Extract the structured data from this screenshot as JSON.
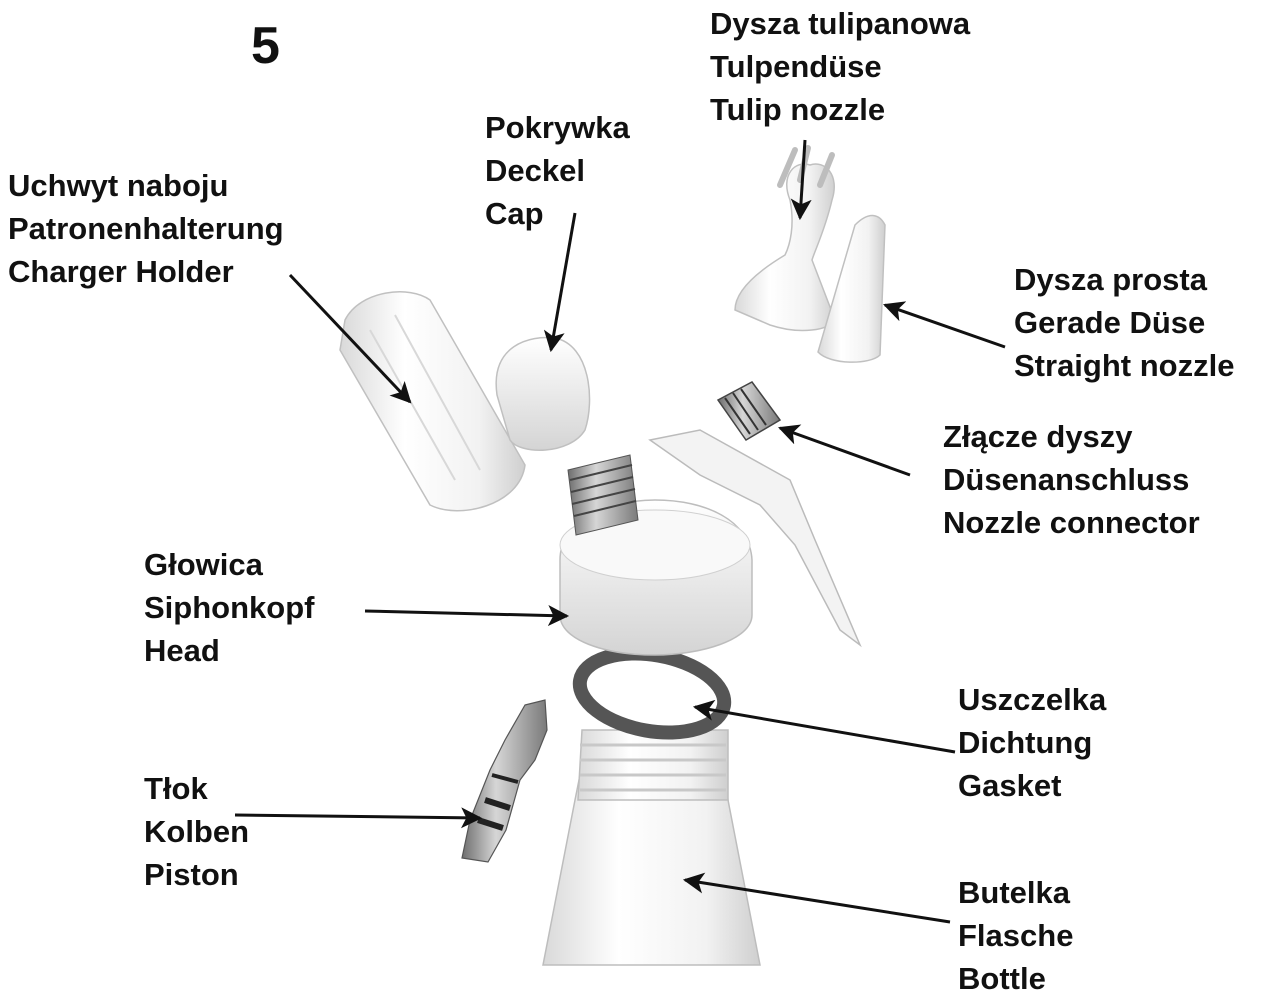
{
  "step_number": "5",
  "parts": {
    "tulip_nozzle": {
      "pl": "Dysza tulipanowa",
      "de": "Tulpendüse",
      "en": "Tulip nozzle"
    },
    "cap": {
      "pl": "Pokrywka",
      "de": "Deckel",
      "en": "Cap"
    },
    "charger_holder": {
      "pl": "Uchwyt naboju",
      "de": "Patronenhalterung",
      "en": "Charger Holder"
    },
    "straight_nozzle": {
      "pl": "Dysza prosta",
      "de": "Gerade Düse",
      "en": "Straight nozzle"
    },
    "nozzle_connector": {
      "pl": "Złącze dyszy",
      "de": "Düsenanschluss",
      "en": "Nozzle connector"
    },
    "head": {
      "pl": "Głowica",
      "de": "Siphonkopf",
      "en": "Head"
    },
    "gasket": {
      "pl": "Uszczelka",
      "de": "Dichtung",
      "en": "Gasket"
    },
    "piston": {
      "pl": "Tłok",
      "de": "Kolben",
      "en": "Piston"
    },
    "bottle": {
      "pl": "Butelka",
      "de": "Flasche",
      "en": "Bottle"
    }
  }
}
